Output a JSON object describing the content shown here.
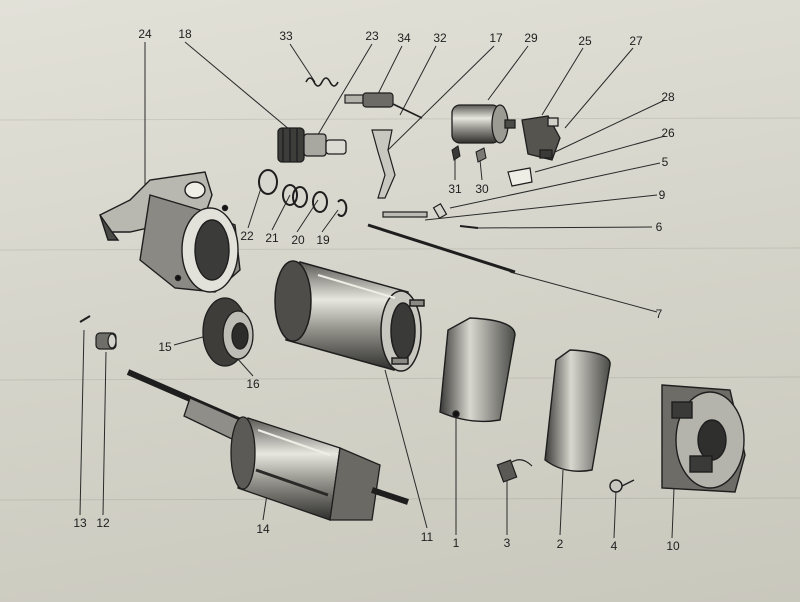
{
  "labels": [
    "24",
    "18",
    "33",
    "23",
    "34",
    "32",
    "17",
    "29",
    "25",
    "27",
    "28",
    "26",
    "5",
    "9",
    "6",
    "22",
    "21",
    "20",
    "19",
    "7",
    "15",
    "16",
    "13",
    "12",
    "14",
    "11",
    "1",
    "3",
    "2",
    "4",
    "10",
    "31",
    "30"
  ],
  "colors": {
    "paper": "#d9d8cf",
    "ink": "#1e1e1e",
    "shade": "#3a3a38",
    "metal": "#8f8e88"
  }
}
